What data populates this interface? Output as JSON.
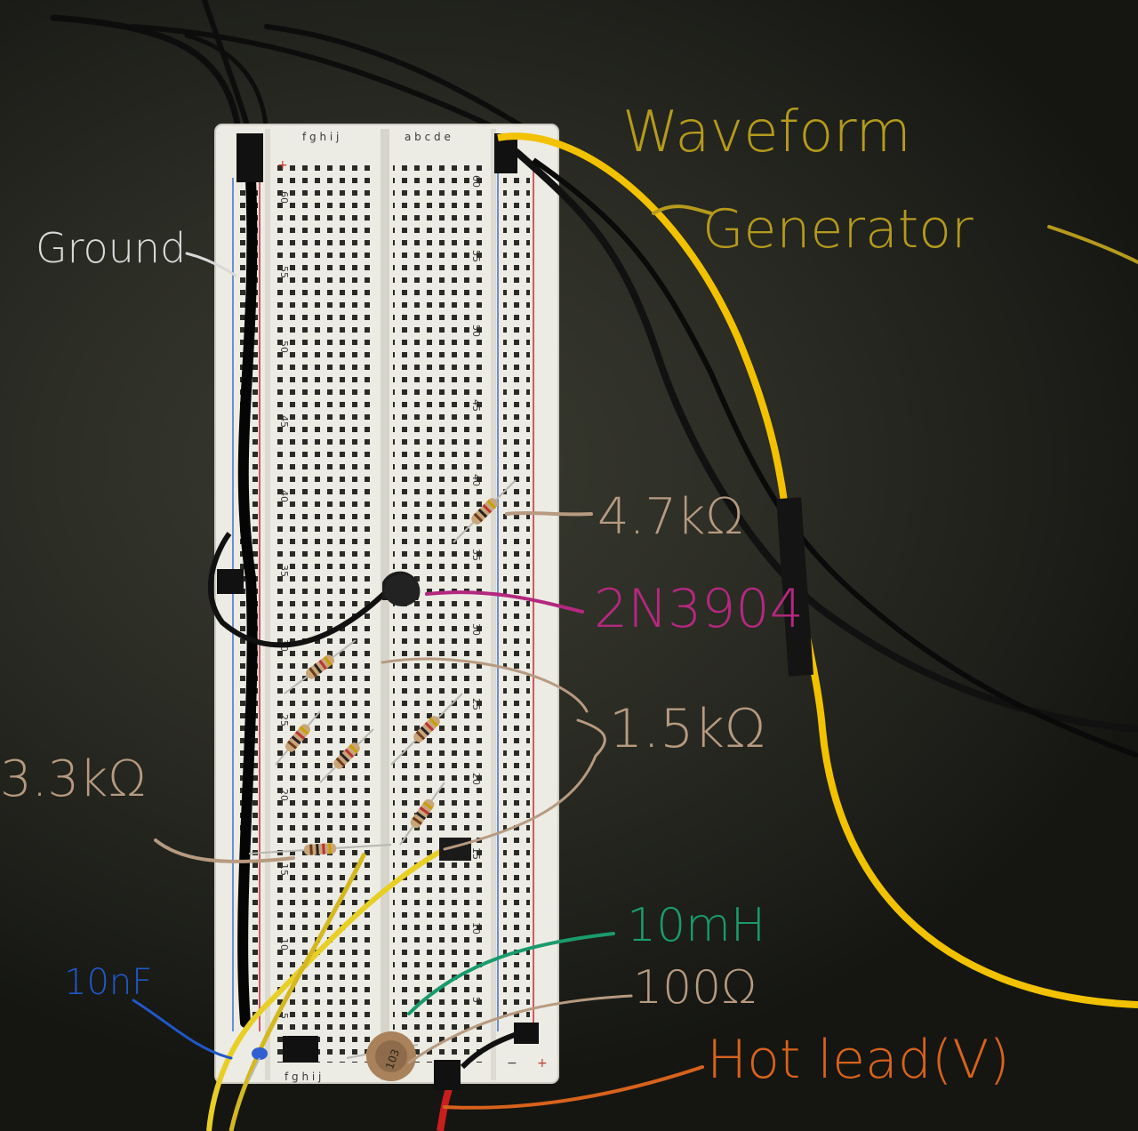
{
  "labels": {
    "waveform_line1": "Waveform",
    "waveform_line2": "Generator",
    "ground": "Ground",
    "r_4_7k": "4.7kΩ",
    "transistor": "2N3904",
    "r_1_5k": "1.5kΩ",
    "r_3_3k": "3.3kΩ",
    "inductor": "10mH",
    "resistor_100": "100Ω",
    "capacitor": "10nF",
    "hot_lead": "Hot lead(V)"
  },
  "breadboard": {
    "row_numbers": [
      "60",
      "55",
      "50",
      "45",
      "40",
      "35",
      "30",
      "25",
      "20",
      "15",
      "10",
      "5"
    ],
    "column_letters_top_left": "f g h i j",
    "column_letters_top_right": "a b c d e",
    "column_letters_bottom_left": "f g h i j",
    "rail_plus": "+",
    "rail_minus": "−",
    "capacitor_marking": "103"
  },
  "colors": {
    "waveform_label": "#b59a1c",
    "ground_label": "#d9d9d9",
    "resistor_label": "#b79a80",
    "transistor_label": "#b4287f",
    "inductor_label": "#1a9b6e",
    "capacitor_label": "#1f58c9",
    "hot_lead_label": "#d8621c",
    "yellow_wire": "#f2c200",
    "breadboard": "#ecebe4"
  }
}
